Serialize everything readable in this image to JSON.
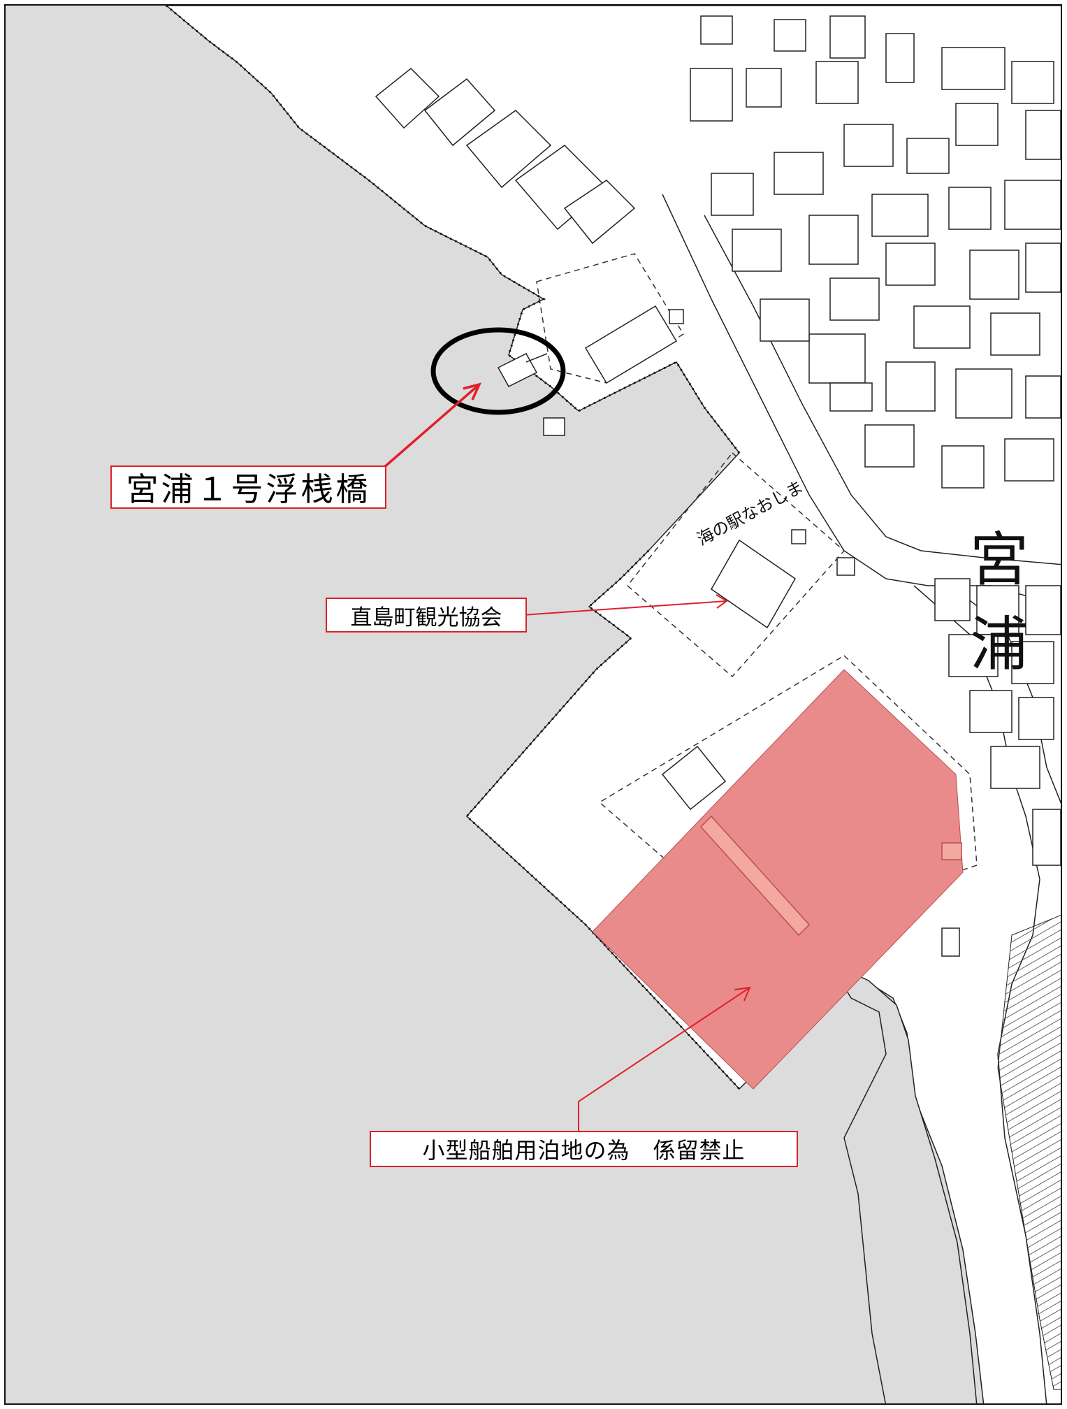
{
  "map": {
    "place_name": "宮浦",
    "station_label": "海の駅なおしま",
    "colors": {
      "sea": "#dcdcdc",
      "land": "#ffffff",
      "no_mooring_zone": "#e98b8b",
      "callout_border": "#d8232a",
      "pier_marker": "#000000"
    }
  },
  "callouts": {
    "pier": "宮浦１号浮桟橋",
    "tourism_association": "直島町観光協会",
    "mooring_restriction": "小型船舶用泊地の為　係留禁止"
  }
}
